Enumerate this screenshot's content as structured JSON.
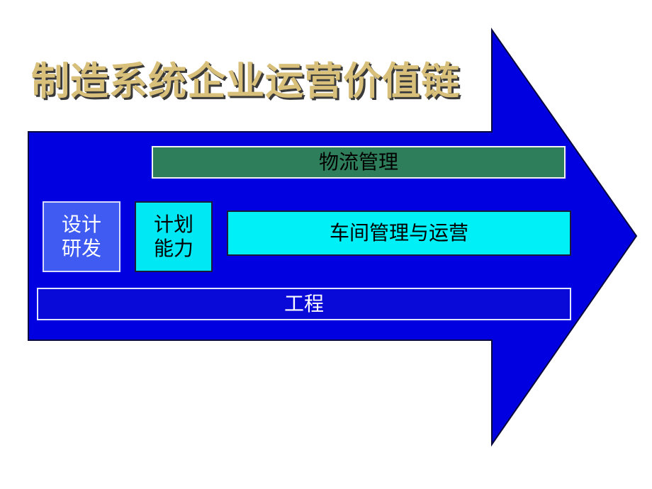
{
  "title": "制造系统企业运营价值链",
  "boxes": {
    "logistics": "物流管理",
    "design": "设计\n研发",
    "planning": "计划\n能力",
    "workshop": "车间管理与运营",
    "engineering": "工程"
  },
  "colors": {
    "arrow_fill": "#0000e0",
    "logistics_fill": "#2e7d5b",
    "design_fill": "#3f5bf2",
    "planning_fill": "#00e8f4",
    "workshop_fill": "#00f0f8",
    "engineering_fill": "#0a0ad8",
    "title_color": "#d8c07a"
  }
}
